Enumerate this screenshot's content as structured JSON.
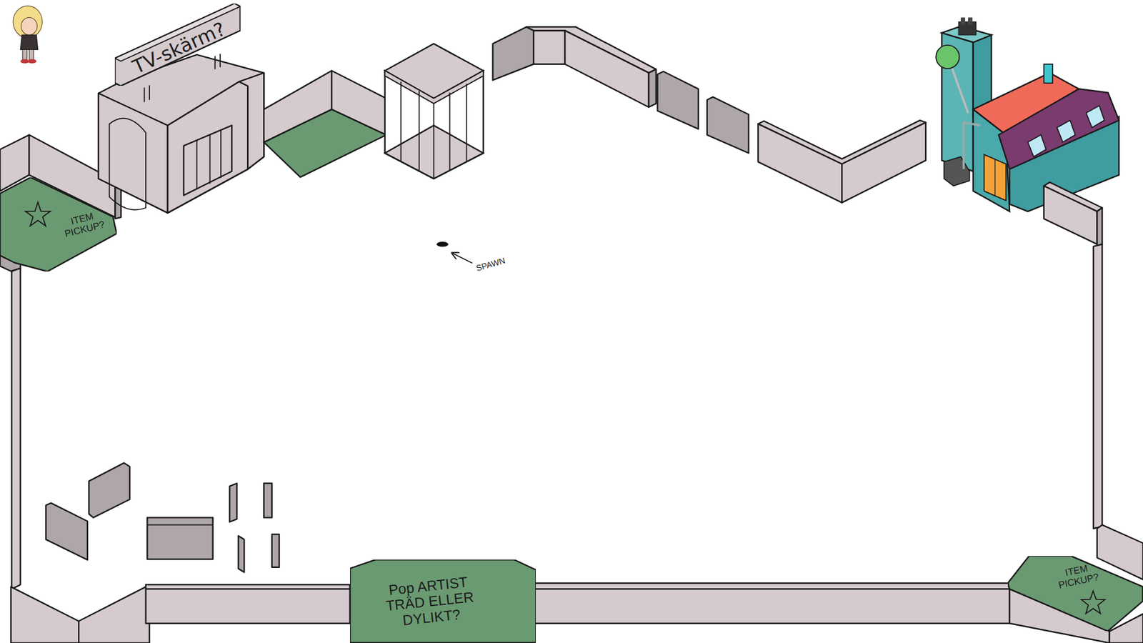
{
  "diagram": {
    "nodes": [
      {
        "text": [
          "TV-skärm?"
        ]
      },
      {
        "text": [
          "ITEM PICKUP?"
        ]
      },
      {
        "text": [
          "Pop ARTIST TRÄD ELLER DYLIKT?"
        ]
      },
      {
        "text": [
          "ITEM PICKUP?"
        ]
      }
    ],
    "labels": [
      "SPAWN"
    ]
  }
}
